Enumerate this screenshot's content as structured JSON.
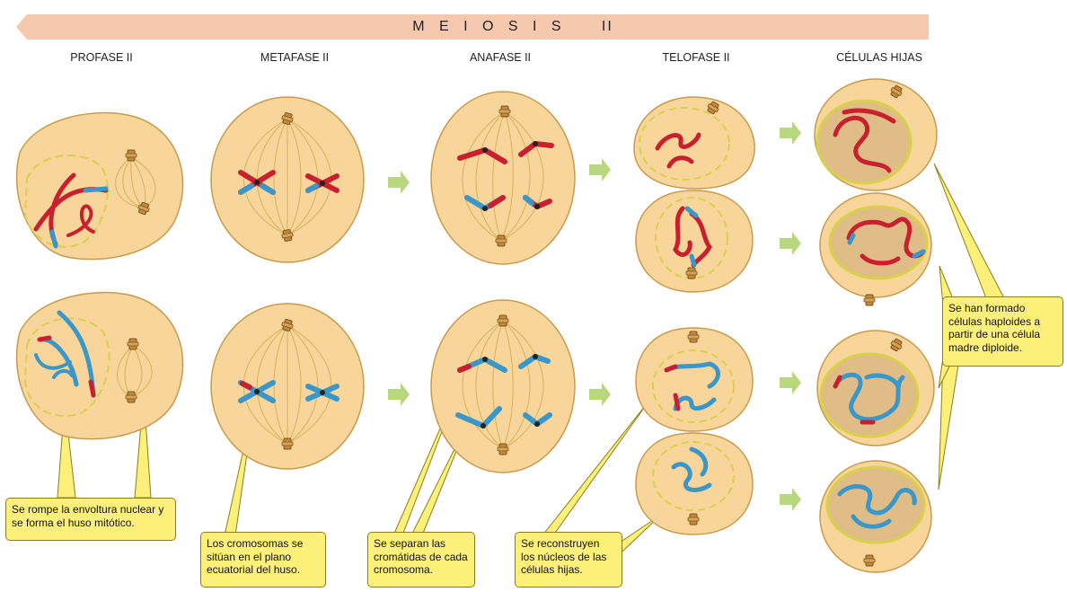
{
  "banner": {
    "title": "M E I O S I S   II"
  },
  "phases": {
    "profase": "PROFASE II",
    "metafase": "METAFASE II",
    "anafase": "ANAFASE II",
    "telofase": "TELOFASE II",
    "hijas": "CÉLULAS HIJAS"
  },
  "callouts": {
    "profase": "Se rompe la envoltura nuclear y se forma el huso mitótico.",
    "metafase": "Los cromosomas se sitúan en el plano ecuatorial del huso.",
    "anafase": "Se separan las cromátidas de cada cromosoma.",
    "telofase": "Se reconstruyen los núcleos de las células hijas.",
    "hijas": "Se han formado células haploides a partir de una célula madre diploide."
  },
  "colors": {
    "cell_fill": "#f8d59a",
    "cell_stroke": "#c99a4c",
    "nucleus_fill": "#e0bd86",
    "envelope": "#d8d24a",
    "chromosome_red": "#c8202e",
    "chromosome_blue": "#3a97c9",
    "arrow": "#b9d77e",
    "callout_fill": "#fdf07a",
    "banner": "#f6c9ae"
  }
}
